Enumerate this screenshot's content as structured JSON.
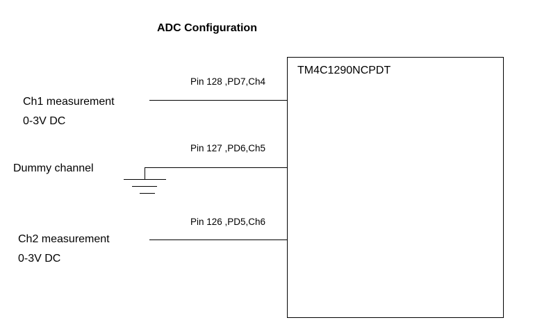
{
  "title": "ADC Configuration",
  "chip": {
    "label": "TM4C1290NCPDT"
  },
  "pins": [
    {
      "label": "Pin 128 ,PD7,Ch4"
    },
    {
      "label": "Pin 127 ,PD6,Ch5"
    },
    {
      "label": "Pin 126 ,PD5,Ch6"
    }
  ],
  "signals": {
    "ch1": {
      "name": "Ch1 measurement",
      "range": "0-3V DC"
    },
    "dummy": {
      "name": "Dummy channel"
    },
    "ch2": {
      "name": "Ch2 measurement",
      "range": "0-3V DC"
    }
  },
  "colors": {
    "line": "#000000",
    "background": "#ffffff"
  }
}
